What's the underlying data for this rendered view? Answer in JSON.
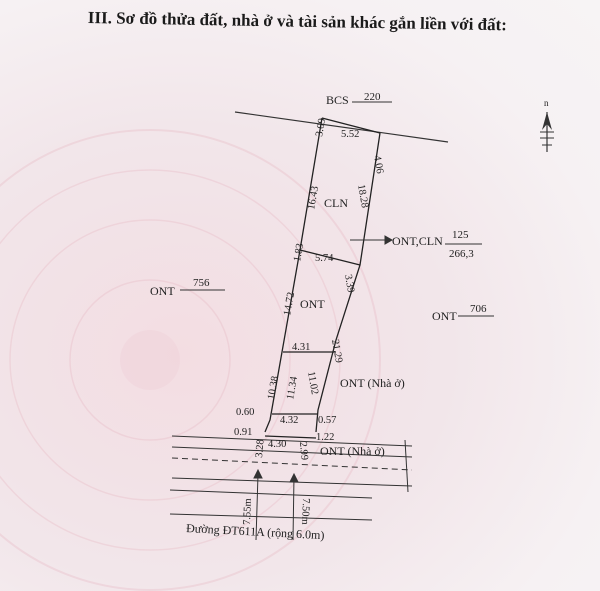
{
  "title": "III. Sơ đồ thửa đất, nhà ở và tài sản khác gắn liền với đất:",
  "compass": {
    "north_label": "n"
  },
  "neighbors": {
    "top": {
      "code": "BCS",
      "number": "220"
    },
    "left": {
      "code": "ONT",
      "number": "756"
    },
    "right": {
      "code": "ONT",
      "number": "706"
    }
  },
  "parcel": {
    "code": "ONT,CLN",
    "number": "125",
    "area": "266,3"
  },
  "zones": {
    "cln": "CLN",
    "ont": "ONT",
    "house1": "ONT (Nhà ở)",
    "house2": "ONT (Nhà ở)"
  },
  "dimensions": {
    "top_left_edge": "3.09",
    "top_width": "5.52",
    "top_right_edge": "4.06",
    "left_upper": "16.43",
    "right_upper": "18.28",
    "left_small": "1.83",
    "mid_width": "5.74",
    "left_mid": "14.72",
    "right_mid": "3.39",
    "right_long": "21.29",
    "width_431": "4.31",
    "left_1038": "10.38",
    "inner_1134": "11.34",
    "inner_1102": "11.02",
    "offset_060": "0.60",
    "width_432": "4.32",
    "offset_057": "0.57",
    "offset_091": "0.91",
    "offset_122": "1.22",
    "left_328": "3.28",
    "width_430": "4.30",
    "right_299": "2.99",
    "setback_755": "7.55m",
    "setback_750": "7.50m"
  },
  "road": {
    "label": "Đường ĐT611A (rộng 6.0m)"
  }
}
